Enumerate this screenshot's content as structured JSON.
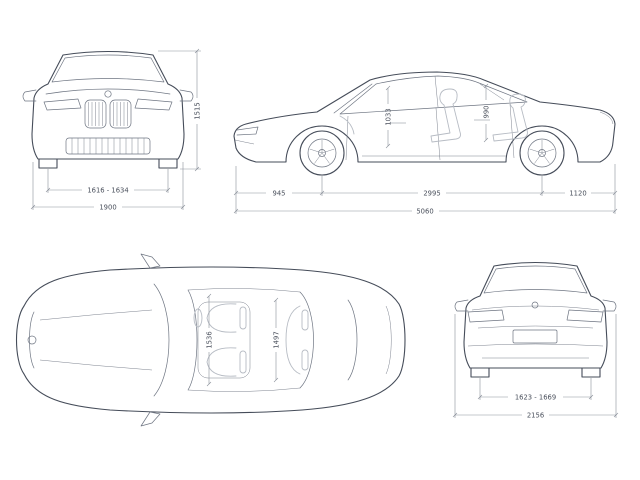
{
  "colors": {
    "line": "#454c59",
    "detail": "#6e7582",
    "seat": "#b7bcc4",
    "dim": "#8b919b",
    "text": "#4a505c"
  },
  "views": {
    "front": {
      "dims": {
        "track": "1616 - 1634",
        "overall_width": "1900",
        "overall_height": "1515"
      }
    },
    "side": {
      "dims": {
        "front_headroom": "1033",
        "rear_headroom": "990",
        "front_overhang": "945",
        "wheelbase": "2995",
        "rear_overhang": "1120",
        "overall_length": "5060"
      }
    },
    "top": {
      "dims": {
        "front_interior_width": "1536",
        "rear_interior_width": "1497"
      }
    },
    "rear": {
      "dims": {
        "track": "1623 - 1669",
        "overall_width_mirrors": "2156"
      }
    }
  }
}
